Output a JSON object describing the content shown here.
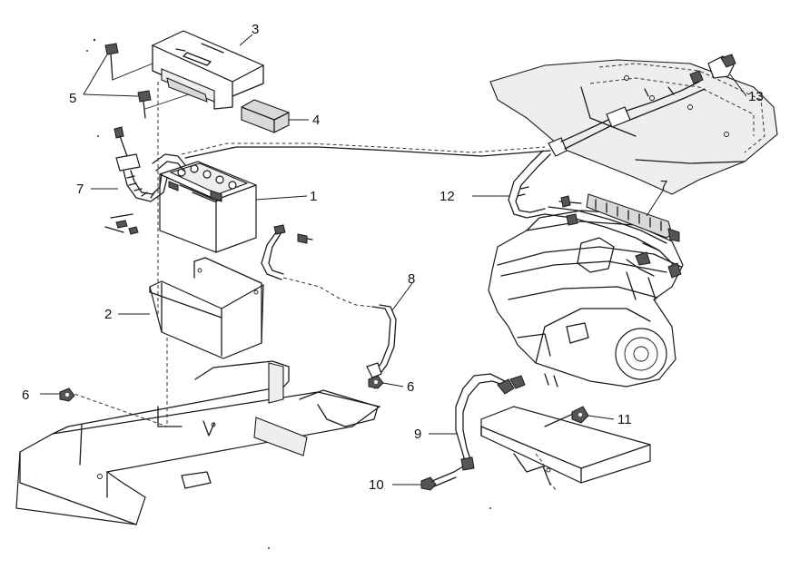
{
  "callouts": [
    {
      "id": "c1",
      "text": "1"
    },
    {
      "id": "c2",
      "text": "2"
    },
    {
      "id": "c3",
      "text": "3"
    },
    {
      "id": "c4",
      "text": "4"
    },
    {
      "id": "c5",
      "text": "5"
    },
    {
      "id": "c6a",
      "text": "6"
    },
    {
      "id": "c6b",
      "text": "6"
    },
    {
      "id": "c7a",
      "text": "7"
    },
    {
      "id": "c7b",
      "text": "7"
    },
    {
      "id": "c8",
      "text": "8"
    },
    {
      "id": "c9",
      "text": "9"
    },
    {
      "id": "c10",
      "text": "10"
    },
    {
      "id": "c11",
      "text": "11"
    },
    {
      "id": "c12",
      "text": "12"
    },
    {
      "id": "c13",
      "text": "13"
    }
  ]
}
